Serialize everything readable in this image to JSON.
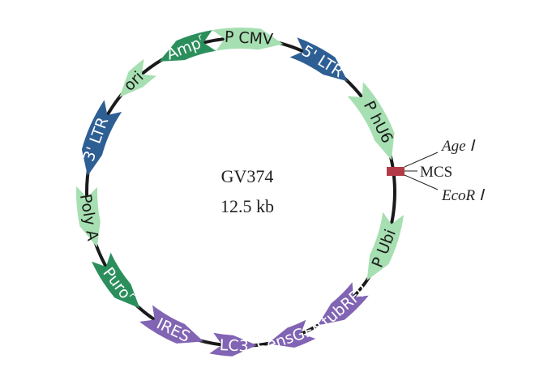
{
  "plasmid": {
    "name": "GV374",
    "size": "12.5 kb"
  },
  "colors": {
    "backbone": "#1a1a1a",
    "light_green": "#a6dfb1",
    "dark_green": "#2b8f5c",
    "blue": "#2e5f94",
    "purple": "#8164b3",
    "mcs_red": "#b33a47"
  },
  "segments": [
    {
      "id": "pcmv",
      "label": "P CMV",
      "color": "light_green",
      "text_color": "#1b1b1b"
    },
    {
      "id": "ltr5",
      "label": "5' LTR",
      "color": "blue",
      "text_color": "#ffffff"
    },
    {
      "id": "phu6",
      "label": "P hU6",
      "color": "light_green",
      "text_color": "#1b1b1b"
    },
    {
      "id": "pubi",
      "label": "P Ubi",
      "color": "light_green",
      "text_color": "#1b1b1b"
    },
    {
      "id": "stubrfp",
      "label": "StubRFP",
      "color": "purple",
      "text_color": "#ffffff"
    },
    {
      "id": "sensgfp",
      "label": "SensGFP",
      "color": "purple",
      "text_color": "#ffffff"
    },
    {
      "id": "lc3",
      "label": "LC3",
      "color": "purple",
      "text_color": "#ffffff"
    },
    {
      "id": "ires",
      "label": "IRES",
      "color": "purple",
      "text_color": "#ffffff"
    },
    {
      "id": "puro",
      "label": "Puro",
      "sup": "r",
      "color": "dark_green",
      "text_color": "#ffffff"
    },
    {
      "id": "polya",
      "label": "Poly A",
      "color": "light_green",
      "text_color": "#1b1b1b"
    },
    {
      "id": "ltr3",
      "label": "3' LTR",
      "color": "blue",
      "text_color": "#ffffff"
    },
    {
      "id": "ori",
      "label": "ori",
      "color": "light_green",
      "text_color": "#1b1b1b"
    },
    {
      "id": "amp",
      "label": "Amp",
      "sup": "r",
      "color": "dark_green",
      "text_color": "#ffffff"
    }
  ],
  "mcs": {
    "label": "MCS",
    "site_top": "Age Ⅰ",
    "site_bottom": "EcoR Ⅰ"
  }
}
